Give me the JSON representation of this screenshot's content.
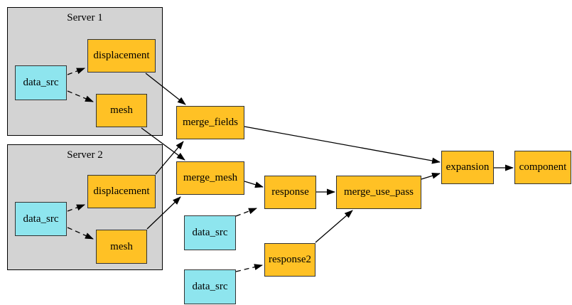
{
  "diagram": {
    "clusters": [
      {
        "id": "server1",
        "label": "Server 1"
      },
      {
        "id": "server2",
        "label": "Server 2"
      }
    ],
    "nodes": {
      "s1_data_src": {
        "label": "data_src",
        "kind": "data_source",
        "cluster": "server1"
      },
      "s1_displacement": {
        "label": "displacement",
        "kind": "operator",
        "cluster": "server1"
      },
      "s1_mesh": {
        "label": "mesh",
        "kind": "operator",
        "cluster": "server1"
      },
      "s2_data_src": {
        "label": "data_src",
        "kind": "data_source",
        "cluster": "server2"
      },
      "s2_displacement": {
        "label": "displacement",
        "kind": "operator",
        "cluster": "server2"
      },
      "s2_mesh": {
        "label": "mesh",
        "kind": "operator",
        "cluster": "server2"
      },
      "merge_fields": {
        "label": "merge_fields",
        "kind": "operator",
        "cluster": null
      },
      "merge_mesh": {
        "label": "merge_mesh",
        "kind": "operator",
        "cluster": null
      },
      "response": {
        "label": "response",
        "kind": "operator",
        "cluster": null
      },
      "merge_use_pass": {
        "label": "merge_use_pass",
        "kind": "operator",
        "cluster": null
      },
      "response2": {
        "label": "response2",
        "kind": "operator",
        "cluster": null
      },
      "expansion": {
        "label": "expansion",
        "kind": "operator",
        "cluster": null
      },
      "component": {
        "label": "component",
        "kind": "operator",
        "cluster": null
      },
      "data_src_3": {
        "label": "data_src",
        "kind": "data_source",
        "cluster": null
      },
      "data_src_4": {
        "label": "data_src",
        "kind": "data_source",
        "cluster": null
      }
    },
    "edges": [
      {
        "from": "s1_data_src",
        "to": "s1_displacement",
        "style": "dashed"
      },
      {
        "from": "s1_data_src",
        "to": "s1_mesh",
        "style": "dashed"
      },
      {
        "from": "s2_data_src",
        "to": "s2_displacement",
        "style": "dashed"
      },
      {
        "from": "s2_data_src",
        "to": "s2_mesh",
        "style": "dashed"
      },
      {
        "from": "s1_displacement",
        "to": "merge_fields",
        "style": "solid"
      },
      {
        "from": "s2_displacement",
        "to": "merge_fields",
        "style": "solid"
      },
      {
        "from": "s1_mesh",
        "to": "merge_mesh",
        "style": "solid"
      },
      {
        "from": "s2_mesh",
        "to": "merge_mesh",
        "style": "solid"
      },
      {
        "from": "merge_mesh",
        "to": "response",
        "style": "solid"
      },
      {
        "from": "data_src_3",
        "to": "response",
        "style": "dashed"
      },
      {
        "from": "response",
        "to": "merge_use_pass",
        "style": "solid"
      },
      {
        "from": "data_src_4",
        "to": "response2",
        "style": "dashed"
      },
      {
        "from": "response2",
        "to": "merge_use_pass",
        "style": "solid"
      },
      {
        "from": "merge_fields",
        "to": "expansion",
        "style": "solid"
      },
      {
        "from": "merge_use_pass",
        "to": "expansion",
        "style": "solid"
      },
      {
        "from": "expansion",
        "to": "component",
        "style": "solid"
      }
    ],
    "colors": {
      "operator_fill": "#ffc125",
      "data_source_fill": "#8ee5ee",
      "cluster_fill": "#d3d3d3",
      "node_border": "#333333",
      "edge": "#000000",
      "background": "#ffffff"
    }
  }
}
